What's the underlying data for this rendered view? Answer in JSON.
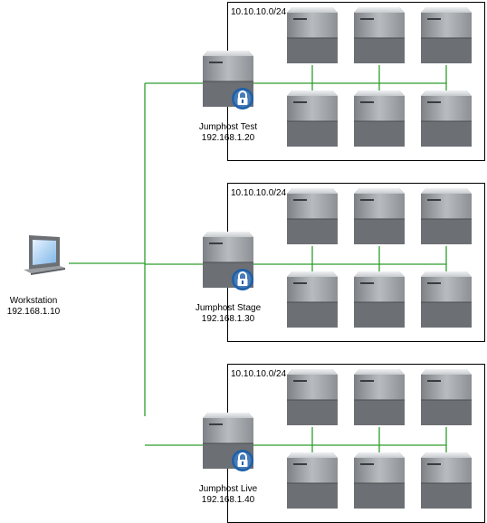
{
  "workstation": {
    "name": "Workstation",
    "ip": "192.168.1.10",
    "icon": "laptop-icon"
  },
  "environments": [
    {
      "subnet": "10.10.10.0/24",
      "jumphost": {
        "name": "Jumphost Test",
        "ip": "192.168.1.20",
        "icon": "locked-server-icon"
      }
    },
    {
      "subnet": "10.10.10.0/24",
      "jumphost": {
        "name": "Jumphost Stage",
        "ip": "192.168.1.30",
        "icon": "locked-server-icon"
      }
    },
    {
      "subnet": "10.10.10.0/24",
      "jumphost": {
        "name": "Jumphost Live",
        "ip": "192.168.1.40",
        "icon": "locked-server-icon"
      }
    }
  ],
  "server_icon": "server-tower-icon",
  "colors": {
    "link": "#2e9e2e",
    "box_border": "#000000",
    "server_body": "#8a8d91",
    "lock_badge": "#1f5fa8"
  }
}
